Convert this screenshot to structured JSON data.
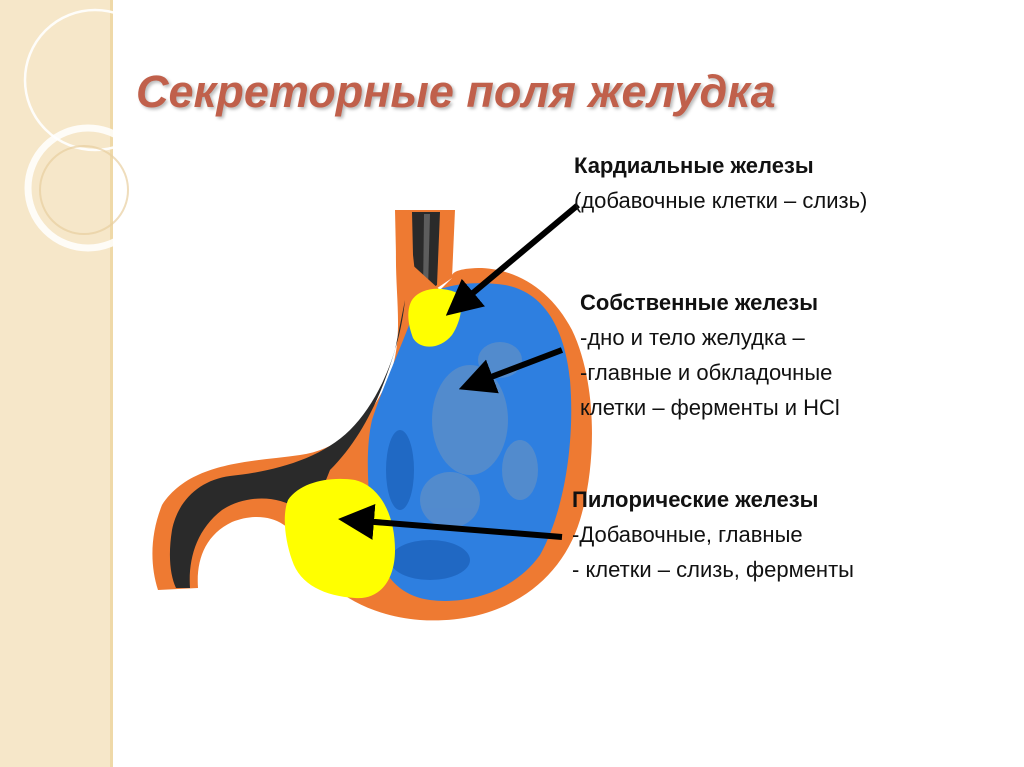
{
  "title": "Секреторные поля желудка",
  "colors": {
    "title": "#c0604b",
    "wall": "#ee7a32",
    "body": "#2e7fe0",
    "glands_yellow": "#ffff00",
    "lumen": "#2a2a2a"
  },
  "labels": {
    "cardiac": {
      "heading": "Кардиальные железы",
      "lines": [
        "(добавочные клетки – слизь)"
      ]
    },
    "fundic": {
      "heading": "Собственные железы",
      "lines": [
        "-дно и тело желудка –",
        "-главные и обкладочные",
        "клетки – ферменты и НСl"
      ]
    },
    "pyloric": {
      "heading": "Пилорические железы",
      "lines": [
        "-Добавочные, главные",
        "- клетки – слизь, ферменты"
      ]
    }
  }
}
